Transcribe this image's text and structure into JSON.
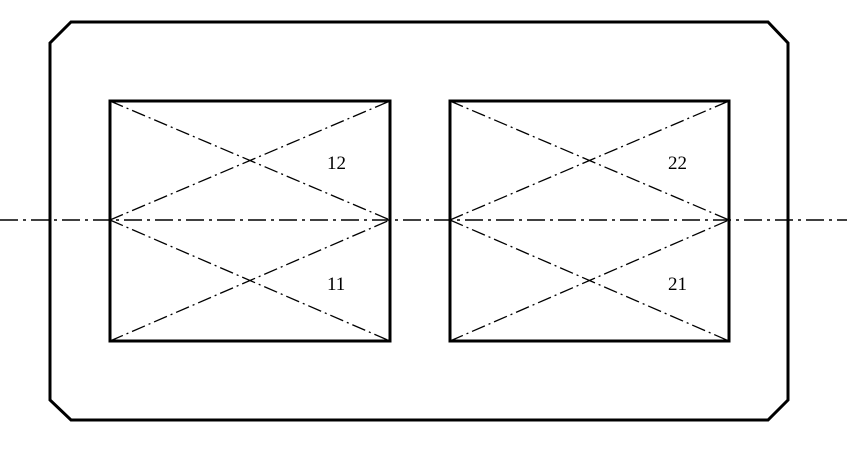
{
  "diagram": {
    "labels": {
      "box1_upper": "12",
      "box1_lower": "11",
      "box2_upper": "22",
      "box2_lower": "21"
    }
  }
}
